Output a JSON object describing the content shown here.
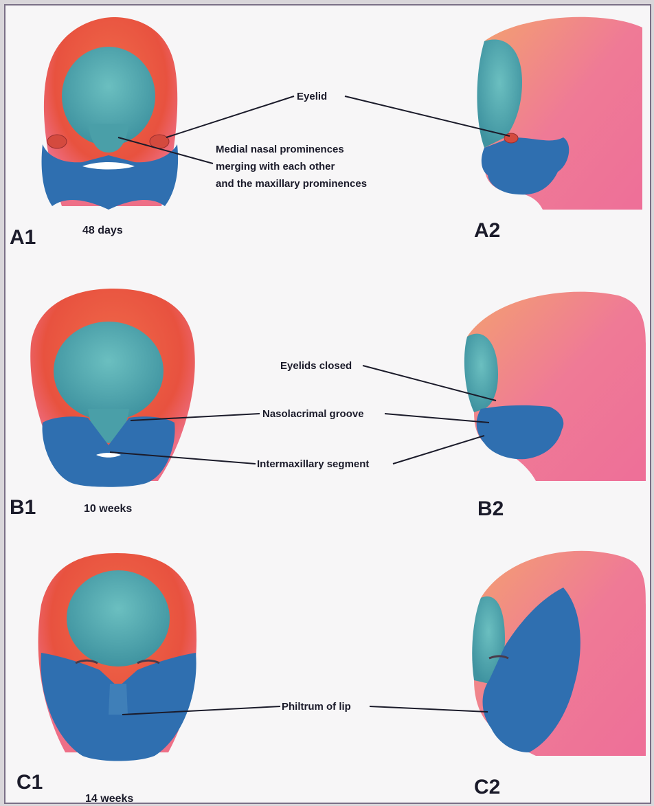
{
  "panels": {
    "a1": "A1",
    "a2": "A2",
    "b1": "B1",
    "b2": "B2",
    "c1": "C1",
    "c2": "C2"
  },
  "ages": {
    "a": "48 days",
    "b": "10 weeks",
    "c": "14 weeks"
  },
  "callouts": {
    "eyelid": "Eyelid",
    "medial_1": "Medial nasal prominences",
    "medial_2": "merging with each other",
    "medial_3": "and the maxillary prominences",
    "eyelids_closed": "Eyelids closed",
    "nasolacrimal": "Nasolacrimal groove",
    "intermaxillary": "Intermaxillary segment",
    "philtrum": "Philtrum of lip"
  },
  "colors": {
    "frontonasal": "#4a9fa8",
    "maxillary_mandibular": "#2f6fb0",
    "head_red": "#e8523f",
    "head_pink": "#ef7a96",
    "skull_pink": "#f08aa2",
    "background": "#f7f6f7",
    "leader_line": "#1b1b2a"
  }
}
